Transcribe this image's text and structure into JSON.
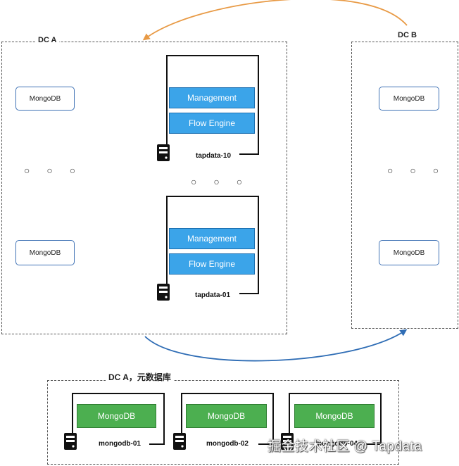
{
  "dc_a": {
    "label": "DC A"
  },
  "dc_b": {
    "label": "DC B"
  },
  "meta_db": {
    "label": "DC A，元数据库"
  },
  "dc_a_mongo": [
    "MongoDB",
    "MongoDB"
  ],
  "dc_b_mongo": [
    "MongoDB",
    "MongoDB"
  ],
  "ellipsis": "○ ○ ○",
  "tapdata_nodes": [
    {
      "name": "tapdata-10",
      "management": "Management",
      "flow_engine": "Flow Engine"
    },
    {
      "name": "tapdata-01",
      "management": "Management",
      "flow_engine": "Flow Engine"
    }
  ],
  "mongodb_nodes": [
    {
      "name": "mongodb-01",
      "db": "MongoDB"
    },
    {
      "name": "mongodb-02",
      "db": "MongoDB"
    },
    {
      "name": "mongodb-04",
      "db": "MongoDB"
    }
  ],
  "watermark": "掘金技术社区 @ Tapdata",
  "colors": {
    "top_arrow": "#e89a45",
    "bottom_arrow": "#2f6db5",
    "management": "#3ba4e9",
    "mongodb_green": "#4caf50",
    "box_border": "#3f72b5"
  }
}
